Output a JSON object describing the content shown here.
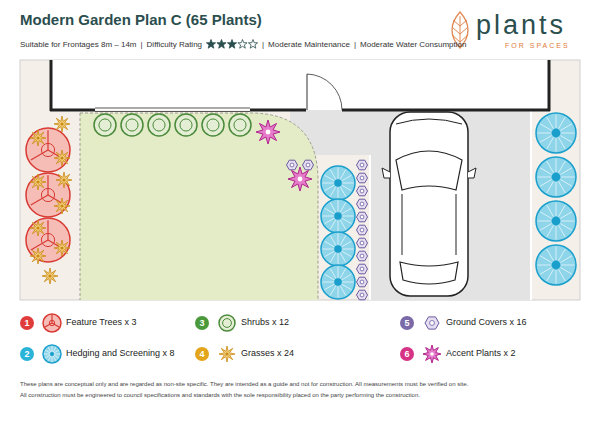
{
  "diagram": {
    "title": "Modern Garden Plan C (65 Plants)",
    "labels": [
      "Suitable for Frontages 8m – 14m",
      "|",
      "Difficulty Rating",
      "|",
      "Moderate Maintenance",
      "|",
      "Moderate Water Consumption",
      "plants",
      "FOR SPACES",
      "1",
      "3",
      "5",
      "2",
      "4",
      "6",
      "These plans are conceptual only and are regarded as non-site specific. They are intended as a guide and not for construction. All measurements must be verified on site.",
      "All construction must be engineered to council specifications and standards with the sole responsibility placed on the party performing the construction."
    ],
    "legend": [
      {
        "text": "Feature Trees x 3"
      },
      {
        "text": "Shrubs x 12"
      },
      {
        "text": "Ground Covers x 16"
      },
      {
        "text": "Hedging and Screening x 8"
      },
      {
        "text": "Grasses x 24"
      },
      {
        "text": "Accent Plants x 2"
      }
    ]
  }
}
